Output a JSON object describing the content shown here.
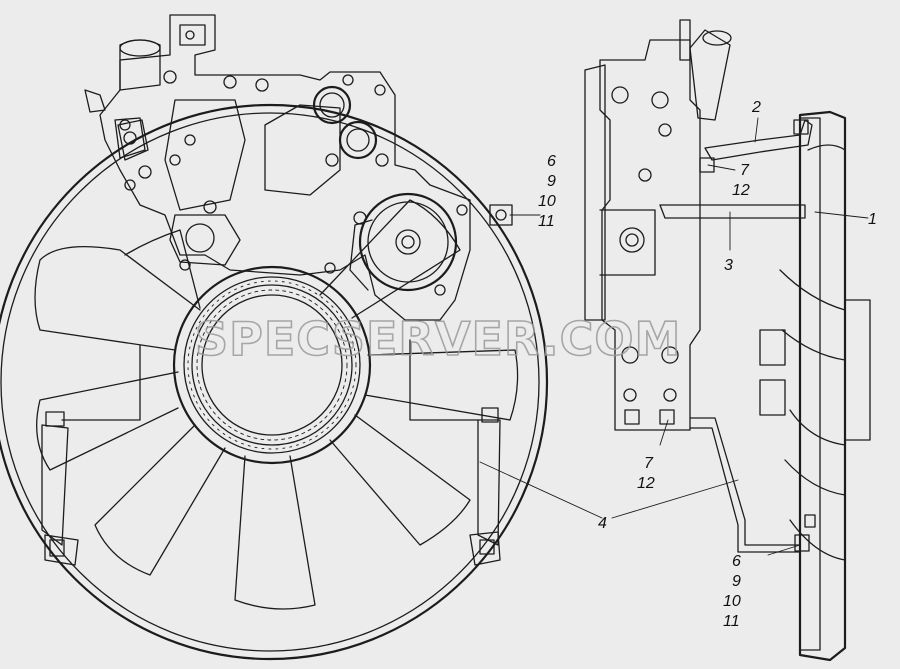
{
  "watermark": "SPECSERVER.COM",
  "callouts": [
    {
      "id": "c-6a",
      "text": "6"
    },
    {
      "id": "c-9a",
      "text": "9"
    },
    {
      "id": "c-10a",
      "text": "10"
    },
    {
      "id": "c-11a",
      "text": "11"
    },
    {
      "id": "c-2",
      "text": "2"
    },
    {
      "id": "c-7a",
      "text": "7"
    },
    {
      "id": "c-12a",
      "text": "12"
    },
    {
      "id": "c-1",
      "text": "1"
    },
    {
      "id": "c-3",
      "text": "3"
    },
    {
      "id": "c-4",
      "text": "4"
    },
    {
      "id": "c-7b",
      "text": "7"
    },
    {
      "id": "c-12b",
      "text": "12"
    },
    {
      "id": "c-6b",
      "text": "6"
    },
    {
      "id": "c-9b",
      "text": "9"
    },
    {
      "id": "c-10b",
      "text": "10"
    },
    {
      "id": "c-11b",
      "text": "11"
    }
  ]
}
